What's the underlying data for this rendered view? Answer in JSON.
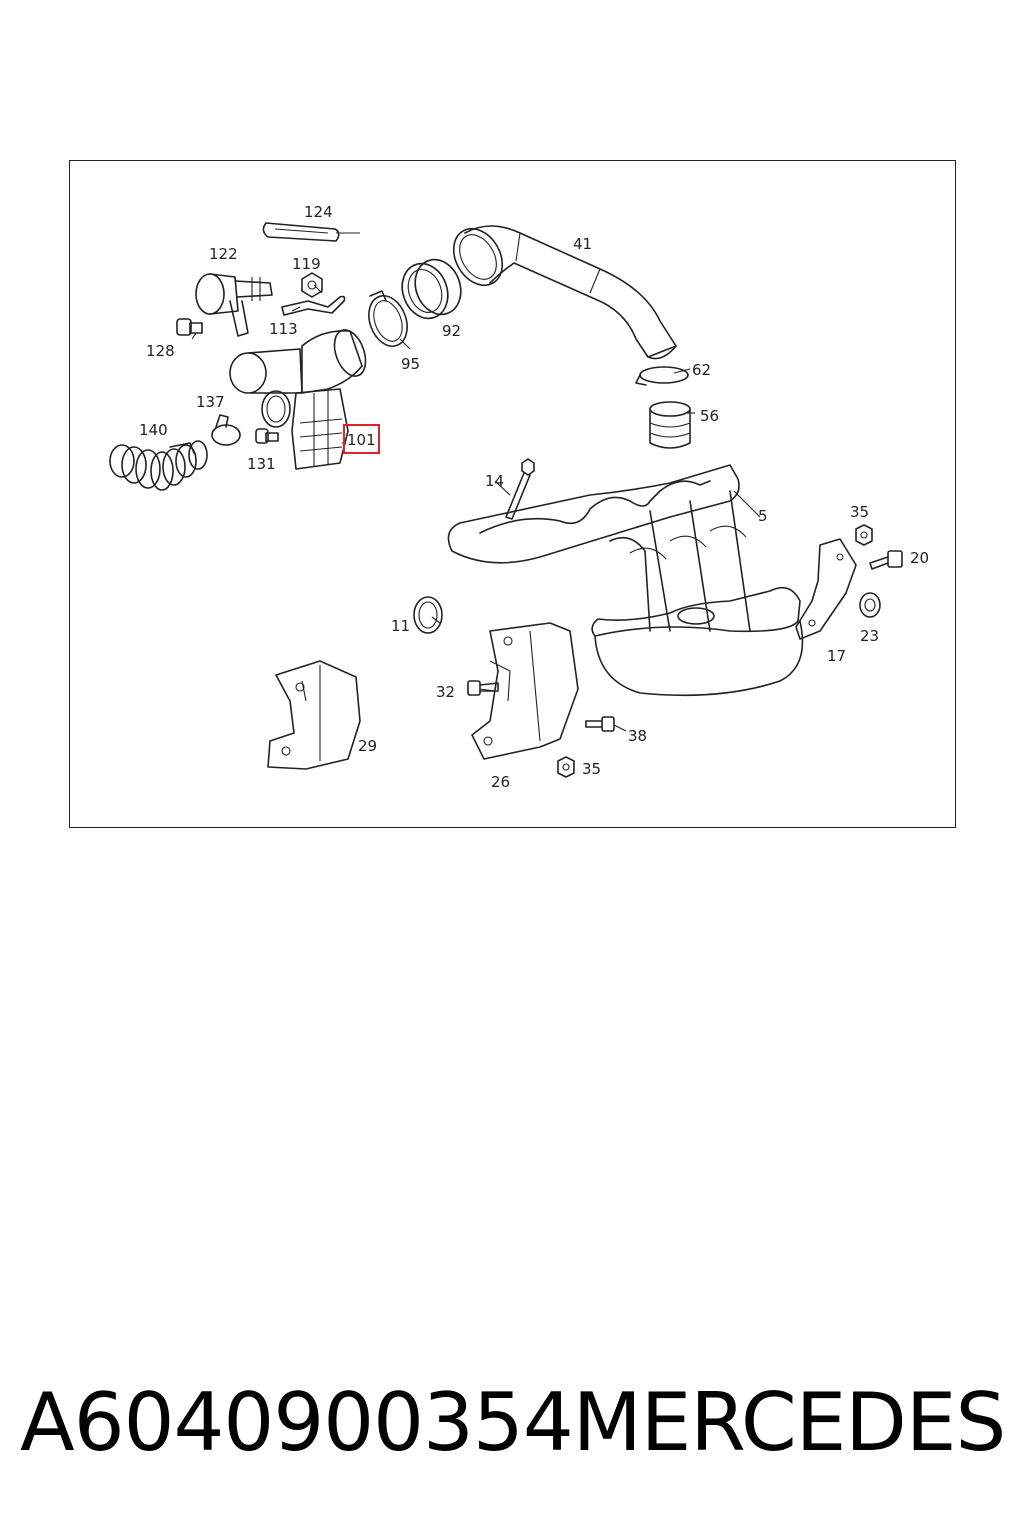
{
  "diagram": {
    "highlighted_part": "101",
    "callouts": {
      "p124": "124",
      "p122": "122",
      "p119": "119",
      "p41": "41",
      "p113": "113",
      "p92": "92",
      "p128": "128",
      "p95": "95",
      "p62": "62",
      "p137": "137",
      "p56": "56",
      "p140": "140",
      "p101": "101",
      "p131": "131",
      "p14": "14",
      "p5": "5",
      "p35a": "35",
      "p20": "20",
      "p11": "11",
      "p23": "23",
      "p17": "17",
      "p32": "32",
      "p38": "38",
      "p29": "29",
      "p35b": "35",
      "p26": "26"
    },
    "highlight_color": "#e0242b"
  },
  "footer": {
    "part_number": "A6040900354",
    "brand": "MERCEDES"
  }
}
